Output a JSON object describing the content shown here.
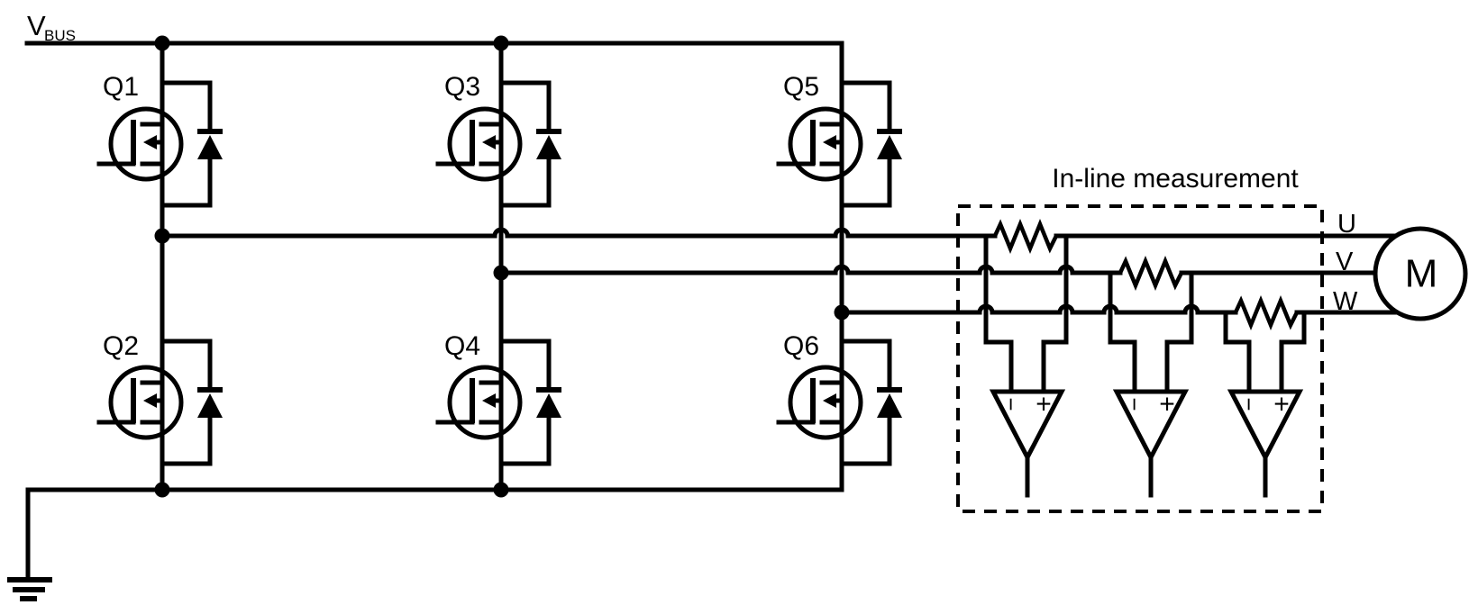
{
  "schematic": {
    "bus_label": {
      "main": "V",
      "sub": "BUS"
    },
    "transistors": [
      {
        "id": "Q1"
      },
      {
        "id": "Q2"
      },
      {
        "id": "Q3"
      },
      {
        "id": "Q4"
      },
      {
        "id": "Q5"
      },
      {
        "id": "Q6"
      }
    ],
    "measurement_box": {
      "title": "In-line measurement",
      "amplifiers": [
        {
          "inverting": "−",
          "noninverting": "+"
        },
        {
          "inverting": "−",
          "noninverting": "+"
        },
        {
          "inverting": "−",
          "noninverting": "+"
        }
      ]
    },
    "phases": [
      {
        "label": "U"
      },
      {
        "label": "V"
      },
      {
        "label": "W"
      }
    ],
    "motor": {
      "label": "M"
    },
    "colors": {
      "wire": "#000000",
      "background": "#ffffff"
    }
  }
}
